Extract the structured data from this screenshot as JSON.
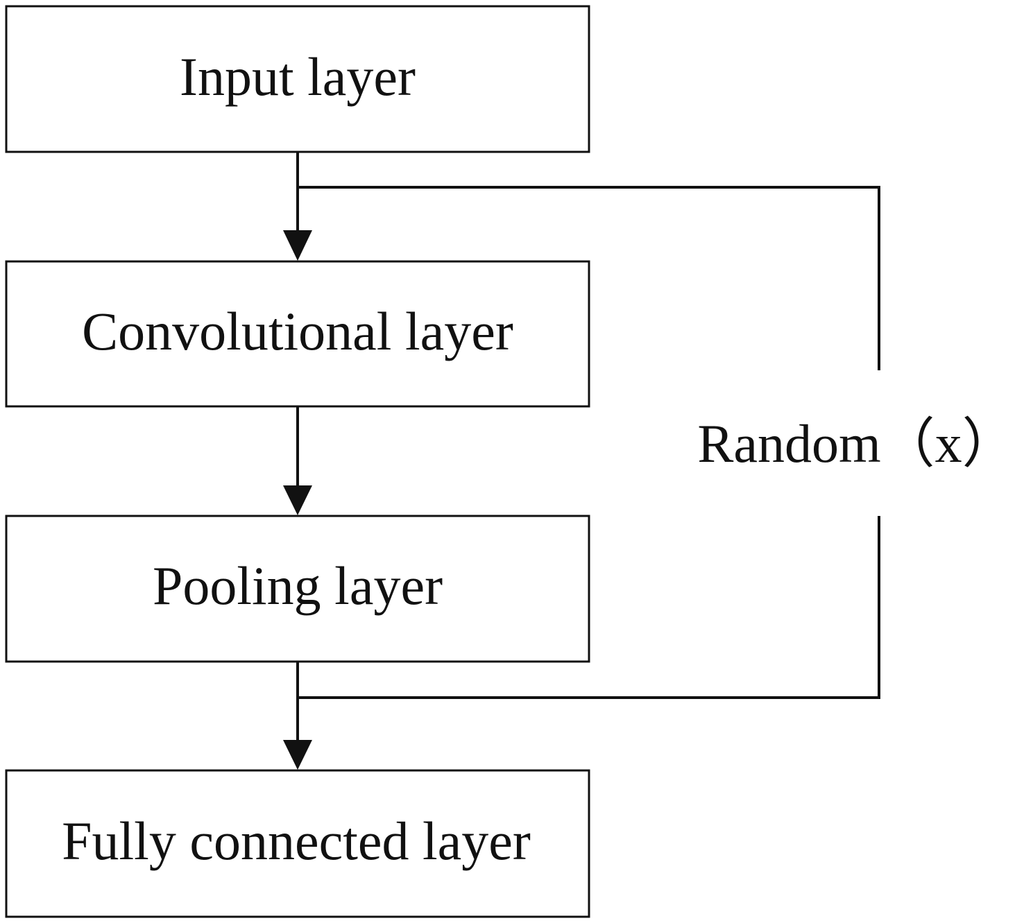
{
  "diagram": {
    "nodes": [
      {
        "id": "input",
        "label": "Input layer"
      },
      {
        "id": "conv",
        "label": "Convolutional layer"
      },
      {
        "id": "pool",
        "label": "Pooling layer"
      },
      {
        "id": "fc",
        "label": "Fully connected layer"
      }
    ],
    "skip_connection": {
      "label": "Random（x）"
    },
    "colors": {
      "stroke": "#111111",
      "background": "#ffffff"
    }
  }
}
